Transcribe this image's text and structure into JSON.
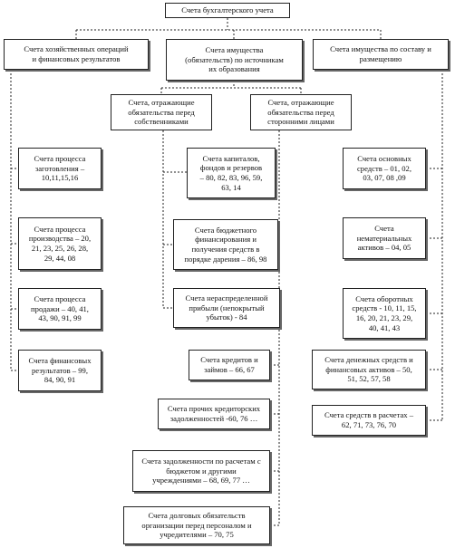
{
  "diagram": {
    "root": "Счета бухгалтерского учета",
    "level1": {
      "left": "Счета хозяйственных операций\nи финансовых результатов",
      "middle": "Счета имущества\n(обязательств) по источникам\nих образования",
      "right": "Счета имущества по составу и\nразмещению"
    },
    "level2": {
      "owners": "Счета, отражающие\nобязательства перед\nсобственниками",
      "third_parties": "Счета, отражающие\nобязательства перед\nсторонними лицами"
    },
    "left_column": [
      "Счета процесса\nзаготовления –\n10,11,15,16",
      "Счета процесса\nпроизводства – 20,\n21, 23, 25, 26, 28,\n29, 44, 08",
      "Счета процесса\nпродажи – 40, 41,\n43, 90, 91, 99",
      "Счета финансовых\nрезультатов – 99,\n84, 90, 91"
    ],
    "owners_column": [
      "Счета капиталов,\nфондов и резервов\n– 80, 82, 83, 96, 59,\n63, 14",
      "Счета бюджетного\nфинансирования и\nполучения средств в\nпорядке дарения – 86, 98",
      "Счета нераспределенной\nприбыли (непокрытый\nубыток) - 84"
    ],
    "third_party_column": [
      "Счета кредитов и\nзаймов – 66, 67",
      "Счета прочих кредиторских\nзадолженностей -60, 76 …",
      "Счета задолженности по расчетам с\nбюджетом и другими\nучреждениями – 68, 69, 77 …",
      "Счета долговых обязательств\nорганизации перед персоналом и\nучредителями – 70, 75"
    ],
    "right_column": [
      "Счета основных\nсредств – 01, 02,\n03, 07, 08 ,09",
      "Счета\nнематериальных\nактивов – 04, 05",
      "Счета оборотных\nсредств - 10, 11, 15,\n16, 20, 21, 23, 29,\n40, 41, 43",
      "Счета денежных средств и\nфинансовых активов – 50,\n51, 52, 57, 58",
      "Счета средств в расчетах –\n62, 71, 73, 76, 70"
    ]
  }
}
